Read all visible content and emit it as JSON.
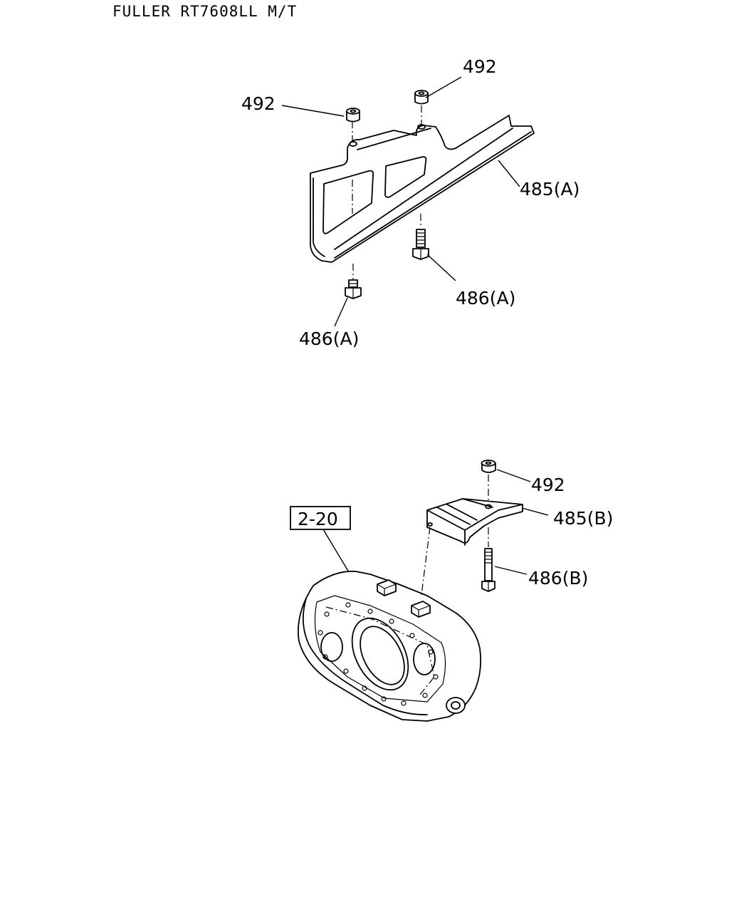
{
  "header": {
    "title": "FULLER RT7608LL M/T"
  },
  "callouts": {
    "a_spacer_left": "492",
    "a_spacer_right": "492",
    "a_bracket": "485(A)",
    "a_bolt_right": "486(A)",
    "a_bolt_left": "486(A)",
    "b_spacer": "492",
    "b_bracket": "485(B)",
    "b_bolt": "486(B)",
    "ref_box": "2-20"
  }
}
